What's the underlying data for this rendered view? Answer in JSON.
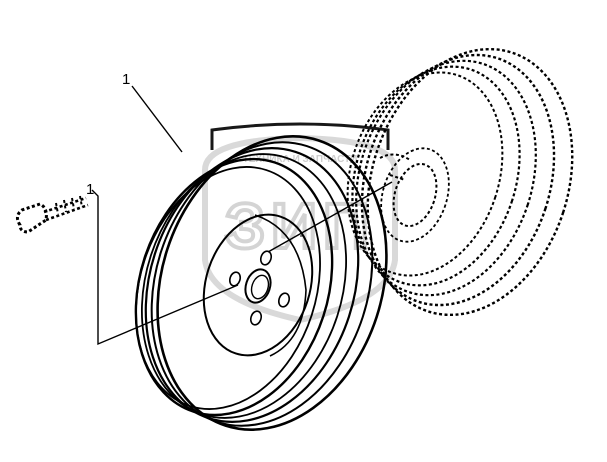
{
  "diagram": {
    "callouts": [
      {
        "label": "1",
        "target": "pulley"
      },
      {
        "label": "1",
        "target": "bolt"
      }
    ],
    "watermark": {
      "text": "ТЕХНИКА И ЗАПЧАСТИ",
      "letters": "ЗИП"
    },
    "colors": {
      "ink": "#000000",
      "watermark": "#c9c9c9",
      "background": "#ffffff"
    },
    "parts": [
      {
        "name": "pulley",
        "style": "solid"
      },
      {
        "name": "hub-flange",
        "style": "dashed"
      },
      {
        "name": "bolt",
        "style": "dashed"
      }
    ]
  }
}
